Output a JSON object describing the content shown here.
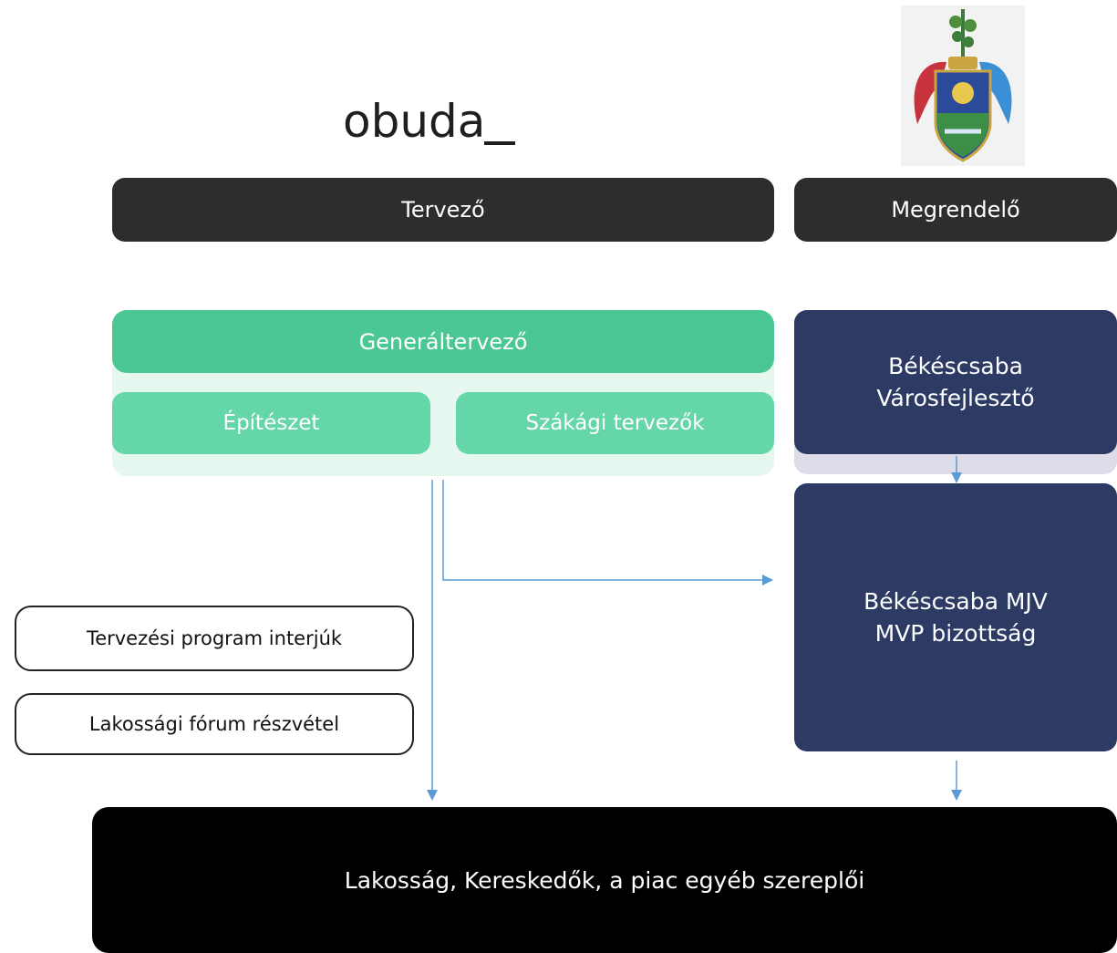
{
  "logos": {
    "obuda_text": "obuda",
    "crest_icon": "coat-of-arms-icon"
  },
  "header": {
    "planner_label": "Tervező",
    "client_label": "Megrendelő"
  },
  "planner_group": {
    "general_label": "Generáltervező",
    "architecture_label": "Építészet",
    "specialists_label": "Szákági tervezők"
  },
  "client_group": {
    "developer_line1": "Békéscsaba",
    "developer_line2": "Városfejlesztő",
    "committee_line1": "Békéscsaba MJV",
    "committee_line2": "MVP bizottság"
  },
  "activities": {
    "interviews_label": "Tervezési program interjúk",
    "forum_label": "Lakossági fórum részvétel"
  },
  "audience": {
    "label": "Lakosság,  Kereskedők, a piac egyéb szereplői"
  },
  "colors": {
    "dark_header": "#2d2d2d",
    "green_primary": "#4ac792",
    "green_secondary": "#64d6a7",
    "navy": "#2c3a64",
    "arrow": "#5b9bd5"
  }
}
